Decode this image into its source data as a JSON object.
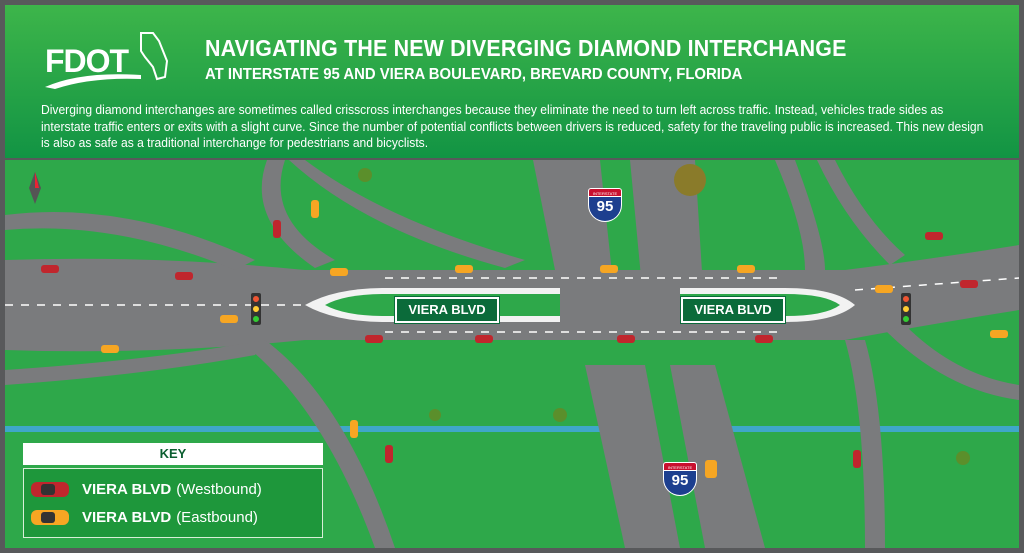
{
  "header": {
    "logo": "FDOT",
    "title": "NAVIGATING THE NEW DIVERGING DIAMOND INTERCHANGE",
    "subtitle": "AT INTERSTATE 95 AND VIERA BOULEVARD, BREVARD COUNTY, FLORIDA",
    "description": "Diverging diamond interchanges are sometimes called crisscross interchanges because they eliminate the need to turn left across traffic. Instead, vehicles trade sides as interstate traffic enters or exits with a slight curve. Since the number of potential conflicts between drivers is reduced, safety for the traveling public is increased. This new design is also as safe as a traditional interchange for pedestrians and bicyclists."
  },
  "map": {
    "road_signs": [
      "VIERA BLVD",
      "VIERA BLVD"
    ],
    "shields": [
      {
        "top": "INTERSTATE",
        "number": "95"
      },
      {
        "top": "INTERSTATE",
        "number": "95"
      }
    ]
  },
  "key": {
    "title": "KEY",
    "items": [
      {
        "bold": "VIERA BLVD",
        "label": "(Westbound)",
        "color": "#c0262d"
      },
      {
        "bold": "VIERA BLVD",
        "label": "(Eastbound)",
        "color": "#f6a623"
      }
    ]
  },
  "colors": {
    "grass": "#2ea84a",
    "road": "#7a7b7d",
    "header": "#1fa247",
    "sign": "#0b6b3a"
  }
}
